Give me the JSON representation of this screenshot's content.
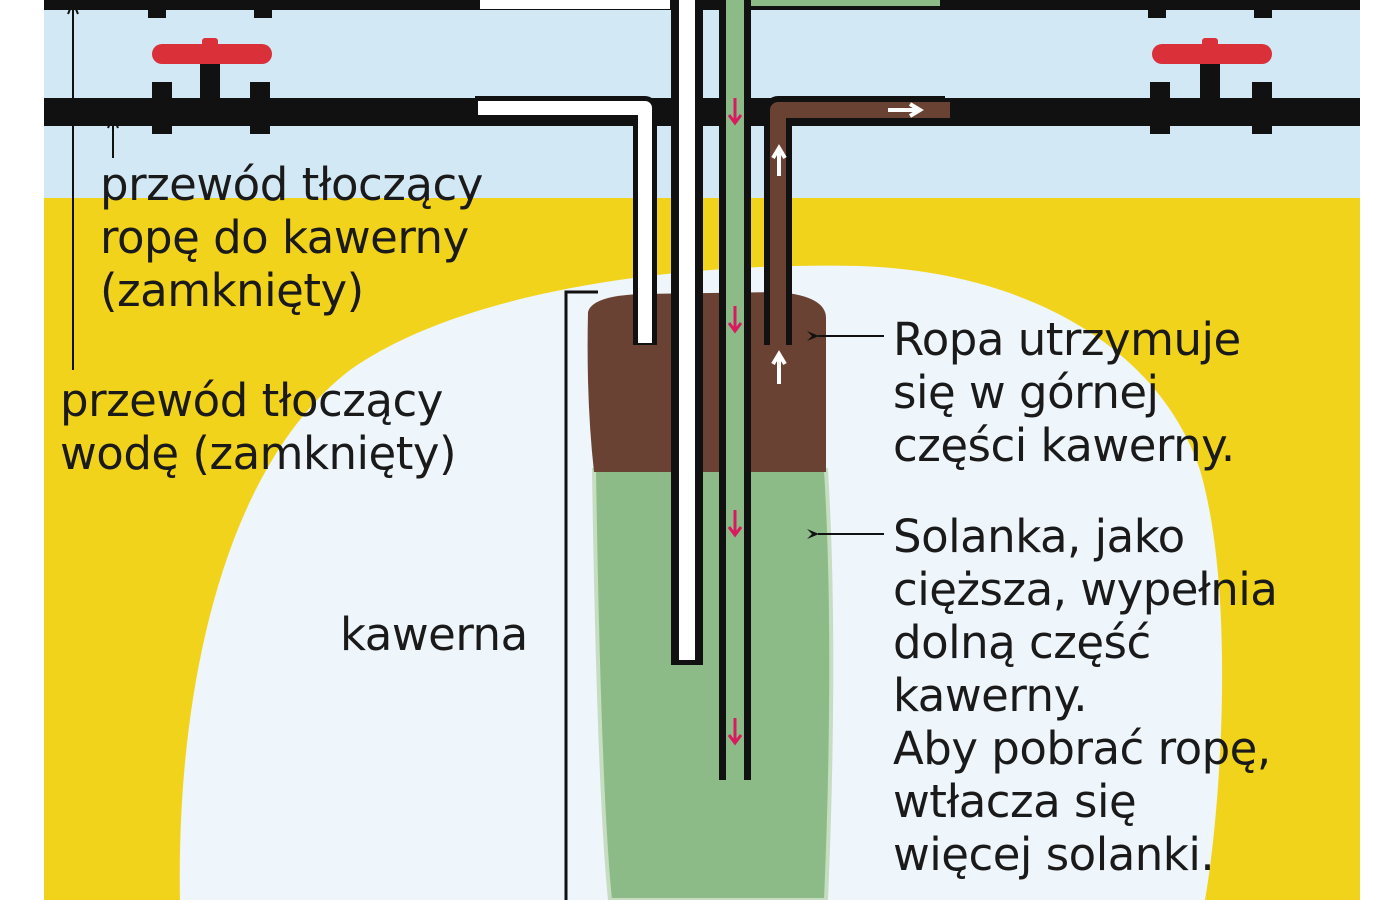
{
  "colors": {
    "sky": "#d3e8f5",
    "ground": "#f2d31b",
    "cavern_fill": "#eef5fb",
    "oil": "#6a4233",
    "brine": "#8cbb88",
    "pipe": "#111111",
    "valve_handle": "#d9303a",
    "flow_arrow_down": "#d81b60",
    "flow_arrow_up": "#ffffff"
  },
  "labels": {
    "oil_pipe_label": [
      "przewód tłoczący",
      "ropę do kawerny",
      "(zamknięty)"
    ],
    "water_pipe_label": [
      "przewód tłoczący",
      "wodę (zamknięty)"
    ],
    "cavern_label": "kawerna",
    "oil_note": [
      "Ropa utrzymuje",
      "się w górnej",
      "części kawerny."
    ],
    "brine_note": [
      "Solanka, jako",
      "cięższa, wypełnia",
      "dolną część",
      "kawerny.",
      "Aby pobrać ropę,",
      "wtłacza się",
      "więcej solanki."
    ]
  },
  "icons": {
    "valve": "valve-icon",
    "flow_down": "arrow-down-icon",
    "flow_up": "arrow-up-icon",
    "flow_right": "arrow-right-icon",
    "pointer": "arrow-left-icon"
  }
}
